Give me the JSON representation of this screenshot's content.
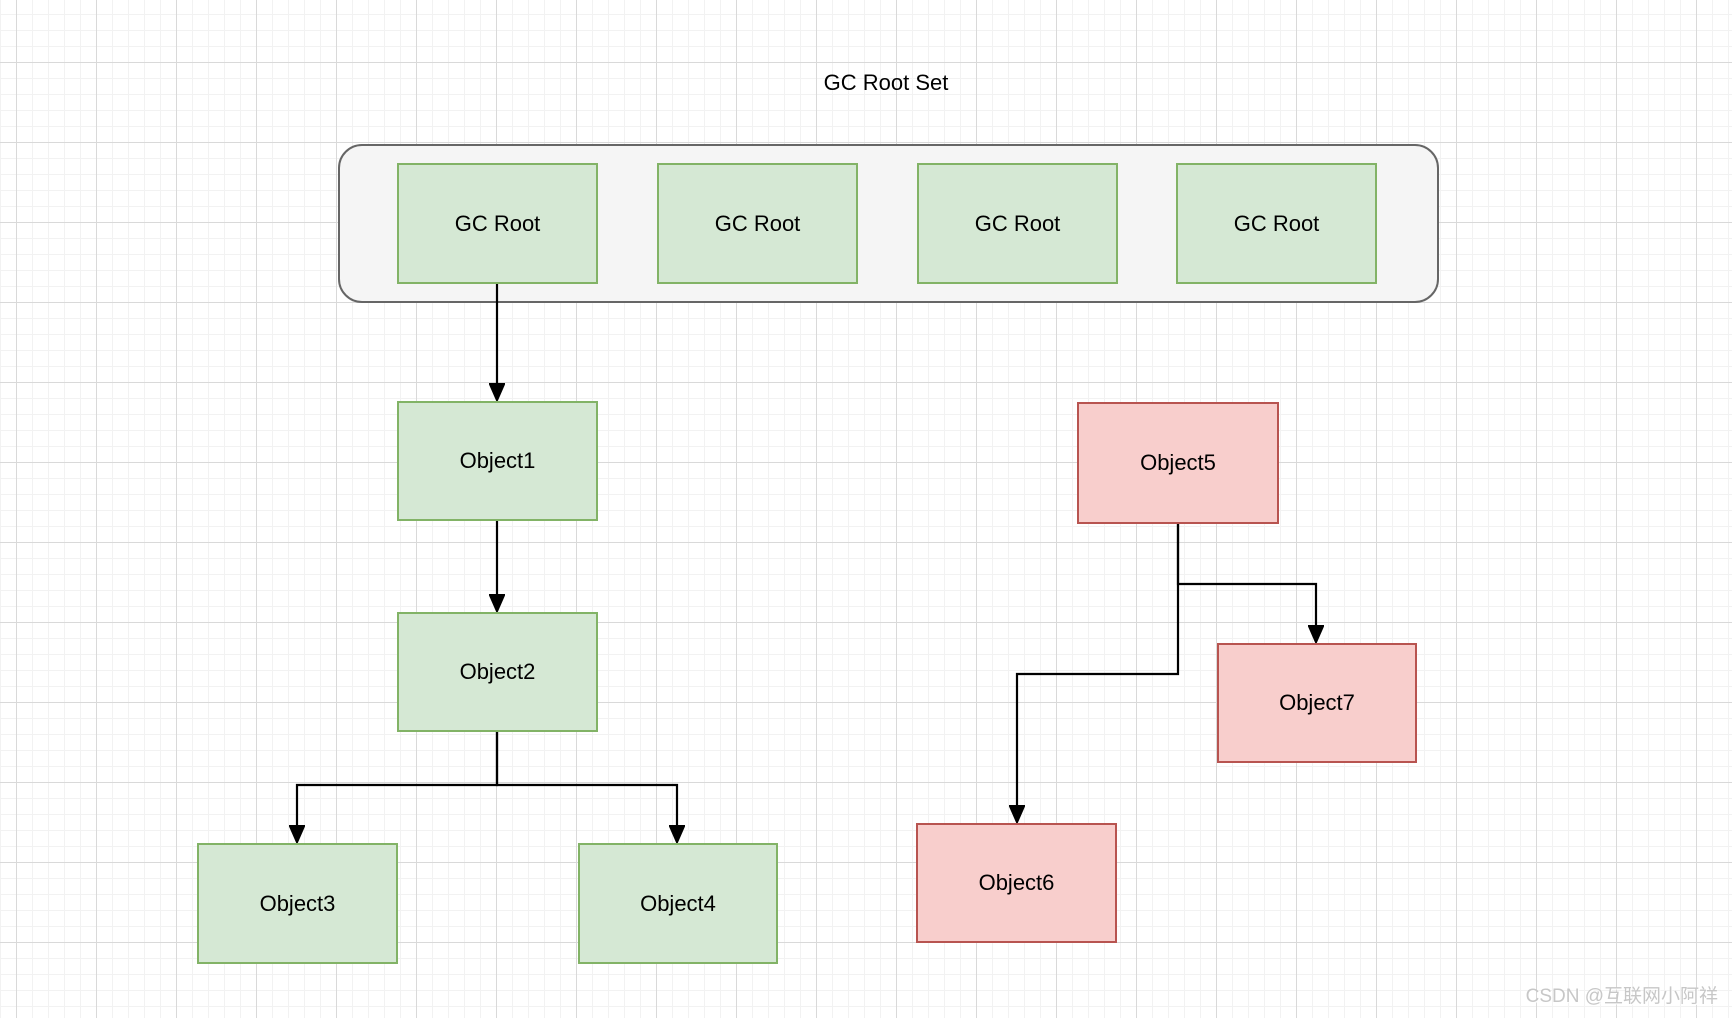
{
  "title": "GC Root Set",
  "watermark": "CSDN @互联网小阿祥",
  "gc_root_set": {
    "roots": [
      {
        "label": "GC Root"
      },
      {
        "label": "GC Root"
      },
      {
        "label": "GC Root"
      },
      {
        "label": "GC Root"
      }
    ]
  },
  "objects": [
    {
      "id": "Object1",
      "label": "Object1",
      "state": "reachable"
    },
    {
      "id": "Object2",
      "label": "Object2",
      "state": "reachable"
    },
    {
      "id": "Object3",
      "label": "Object3",
      "state": "reachable"
    },
    {
      "id": "Object4",
      "label": "Object4",
      "state": "reachable"
    },
    {
      "id": "Object5",
      "label": "Object5",
      "state": "unreachable"
    },
    {
      "id": "Object6",
      "label": "Object6",
      "state": "unreachable"
    },
    {
      "id": "Object7",
      "label": "Object7",
      "state": "unreachable"
    }
  ],
  "edges": [
    {
      "from": "GC Root 1",
      "to": "Object1"
    },
    {
      "from": "Object1",
      "to": "Object2"
    },
    {
      "from": "Object2",
      "to": "Object3"
    },
    {
      "from": "Object2",
      "to": "Object4"
    },
    {
      "from": "Object5",
      "to": "Object7"
    },
    {
      "from": "Object5",
      "to": "Object6"
    }
  ],
  "colors": {
    "reachable_fill": "#d5e8d4",
    "reachable_border": "#82b366",
    "unreachable_fill": "#f8cecc",
    "unreachable_border": "#b85450",
    "container_fill": "#f5f5f5",
    "container_border": "#666666",
    "arrow": "#000000"
  }
}
